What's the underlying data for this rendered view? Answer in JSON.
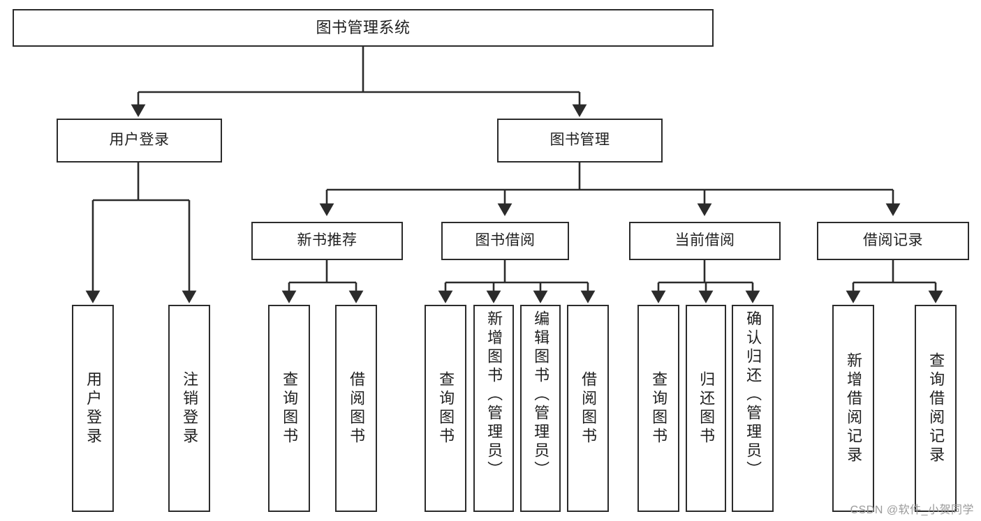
{
  "diagram": {
    "title": "图书管理系统",
    "type": "tree",
    "watermark": "CSDN @软件_小贺同学",
    "colors": {
      "box_border": "#2b2b2b",
      "box_fill": "#ffffff",
      "line": "#2b2b2b",
      "text": "#1f1f1f",
      "watermark": "#9a9a9a"
    },
    "levels": {
      "level1": [
        {
          "id": "root",
          "label": "图书管理系统"
        }
      ],
      "level2": [
        {
          "id": "user-login",
          "label": "用户登录",
          "parent": "root"
        },
        {
          "id": "book-manage",
          "label": "图书管理",
          "parent": "root"
        }
      ],
      "level3": [
        {
          "id": "new-book-recommend",
          "label": "新书推荐",
          "parent": "book-manage"
        },
        {
          "id": "book-borrow",
          "label": "图书借阅",
          "parent": "book-manage"
        },
        {
          "id": "current-borrow",
          "label": "当前借阅",
          "parent": "book-manage"
        },
        {
          "id": "borrow-record",
          "label": "借阅记录",
          "parent": "book-manage"
        }
      ],
      "level4": [
        {
          "id": "leaf-user-login",
          "label": "用户登录",
          "parent": "user-login"
        },
        {
          "id": "leaf-logout-login",
          "label": "注销登录",
          "parent": "user-login"
        },
        {
          "id": "leaf-query-book-1",
          "label": "查询图书",
          "parent": "new-book-recommend"
        },
        {
          "id": "leaf-borrow-book-1",
          "label": "借阅图书",
          "parent": "new-book-recommend"
        },
        {
          "id": "leaf-query-book-2",
          "label": "查询图书",
          "parent": "book-borrow"
        },
        {
          "id": "leaf-add-book",
          "label": "新增图书（管理员）",
          "parent": "book-borrow"
        },
        {
          "id": "leaf-edit-book",
          "label": "编辑图书（管理员）",
          "parent": "book-borrow"
        },
        {
          "id": "leaf-borrow-book-2",
          "label": "借阅图书",
          "parent": "book-borrow"
        },
        {
          "id": "leaf-query-book-3",
          "label": "查询图书",
          "parent": "current-borrow"
        },
        {
          "id": "leaf-return-book",
          "label": "归还图书",
          "parent": "current-borrow"
        },
        {
          "id": "leaf-confirm-return",
          "label": "确认归还（管理员）",
          "parent": "current-borrow"
        },
        {
          "id": "leaf-add-record",
          "label": "新增借阅记录",
          "parent": "borrow-record"
        },
        {
          "id": "leaf-query-record",
          "label": "查询借阅记录",
          "parent": "borrow-record"
        }
      ]
    }
  }
}
